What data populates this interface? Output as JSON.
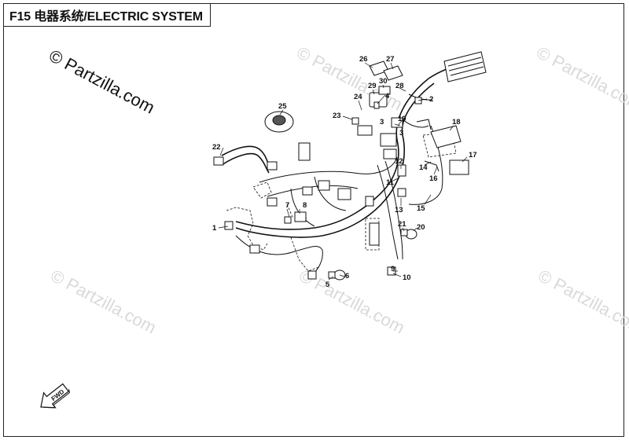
{
  "header": {
    "title": "F15 电器系统/ELECTRIC SYSTEM"
  },
  "watermarks": {
    "main": "© Partzilla.com",
    "faint": "© Partzilla.com"
  },
  "callouts": [
    "1",
    "2",
    "3",
    "3",
    "4",
    "5",
    "6",
    "7",
    "8",
    "9",
    "10",
    "11",
    "12",
    "13",
    "14",
    "15",
    "16",
    "17",
    "18",
    "19",
    "20",
    "21",
    "22",
    "23",
    "24",
    "25",
    "26",
    "27",
    "28",
    "29",
    "30"
  ],
  "fwd_badge": "FWD",
  "colors": {
    "line": "#111111",
    "watermark": "#d9d9d9",
    "background": "#ffffff"
  }
}
